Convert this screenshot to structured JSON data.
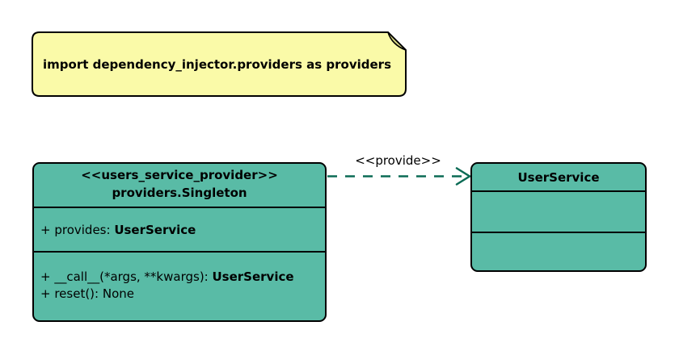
{
  "note": {
    "text": "import dependency_injector.providers as providers"
  },
  "provider_class": {
    "stereotype": "<<users_service_provider>>",
    "name": "providers.Singleton",
    "attributes": [
      {
        "text": "+ provides: ",
        "type": "UserService"
      }
    ],
    "methods": [
      {
        "text": "+ __call__(*args, **kwargs): ",
        "type": "UserService"
      },
      {
        "text": "+ reset(): None",
        "type": ""
      }
    ]
  },
  "user_service_class": {
    "name": "UserService"
  },
  "relation": {
    "label": "<<provide>>"
  },
  "colors": {
    "background": "#FFFFFF",
    "class_fill": "#59BBA6",
    "class_border": "#000000",
    "note_fill": "#FAFAA8",
    "note_fold": "#DBDB84",
    "arrow": "#0B6B55",
    "text": "#000000"
  }
}
